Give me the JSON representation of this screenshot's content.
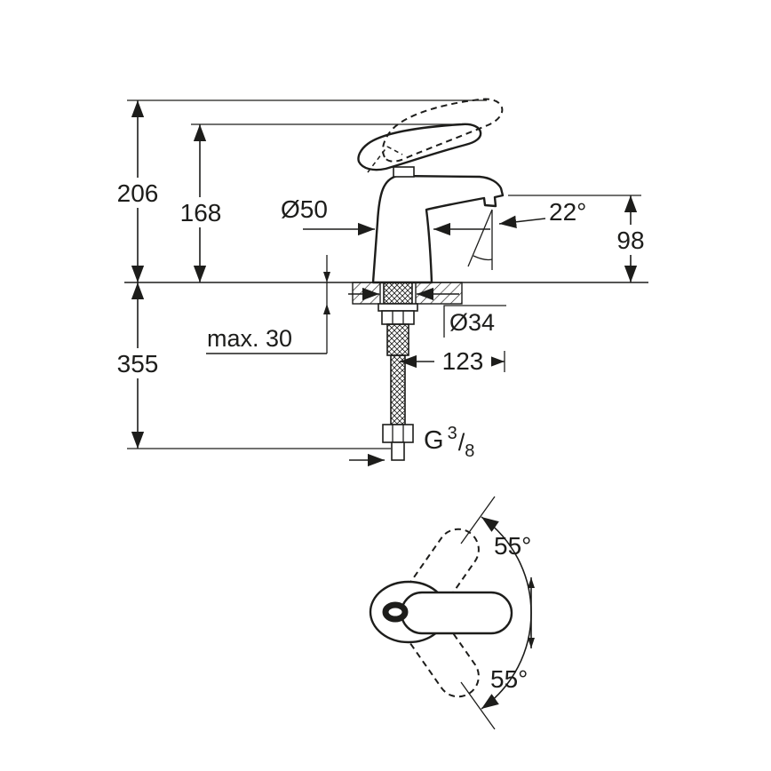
{
  "drawing": {
    "colors": {
      "line": "#1d1d1b",
      "bg": "#ffffff"
    },
    "side_view": {
      "height_total": "206",
      "height_body": "168",
      "body_diameter": "Ø50",
      "spout_angle": "22°",
      "spout_height": "98",
      "below_deck_length": "355",
      "deck_thickness": "max. 30",
      "hole_diameter": "Ø34",
      "spout_reach": "123",
      "thread": {
        "g": "G",
        "num": "3",
        "slash": "/",
        "den": "8"
      }
    },
    "top_view": {
      "swivel_up": "55°",
      "swivel_down": "55°"
    }
  }
}
